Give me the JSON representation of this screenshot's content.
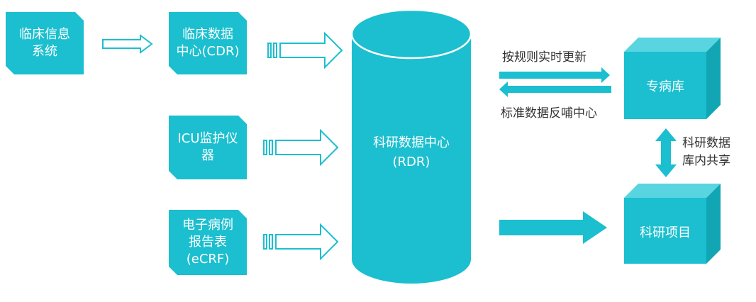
{
  "sources": {
    "his": {
      "line1": "临床信息",
      "line2": "系统"
    },
    "cdr": {
      "line1": "临床数据",
      "line2": "中心(CDR)"
    },
    "icu": {
      "line1": "ICU监护仪",
      "line2": "器"
    },
    "ecrf": {
      "line1": "电子病例",
      "line2": "报告表",
      "line3": "(eCRF)"
    }
  },
  "rdr": {
    "line1": "科研数据中心",
    "line2": "(RDR)"
  },
  "registry": {
    "label": "专病库"
  },
  "project": {
    "label": "科研项目"
  },
  "links": {
    "realtime_update": "按规则实时更新",
    "feedback": "标准数据反哺中心",
    "shared": {
      "line1": "科研数据",
      "line2": "库内共享"
    }
  },
  "colors": {
    "primary": "#1bbfcf",
    "primary_dark": "#12a6b4",
    "primary_light": "#59d5e1"
  }
}
